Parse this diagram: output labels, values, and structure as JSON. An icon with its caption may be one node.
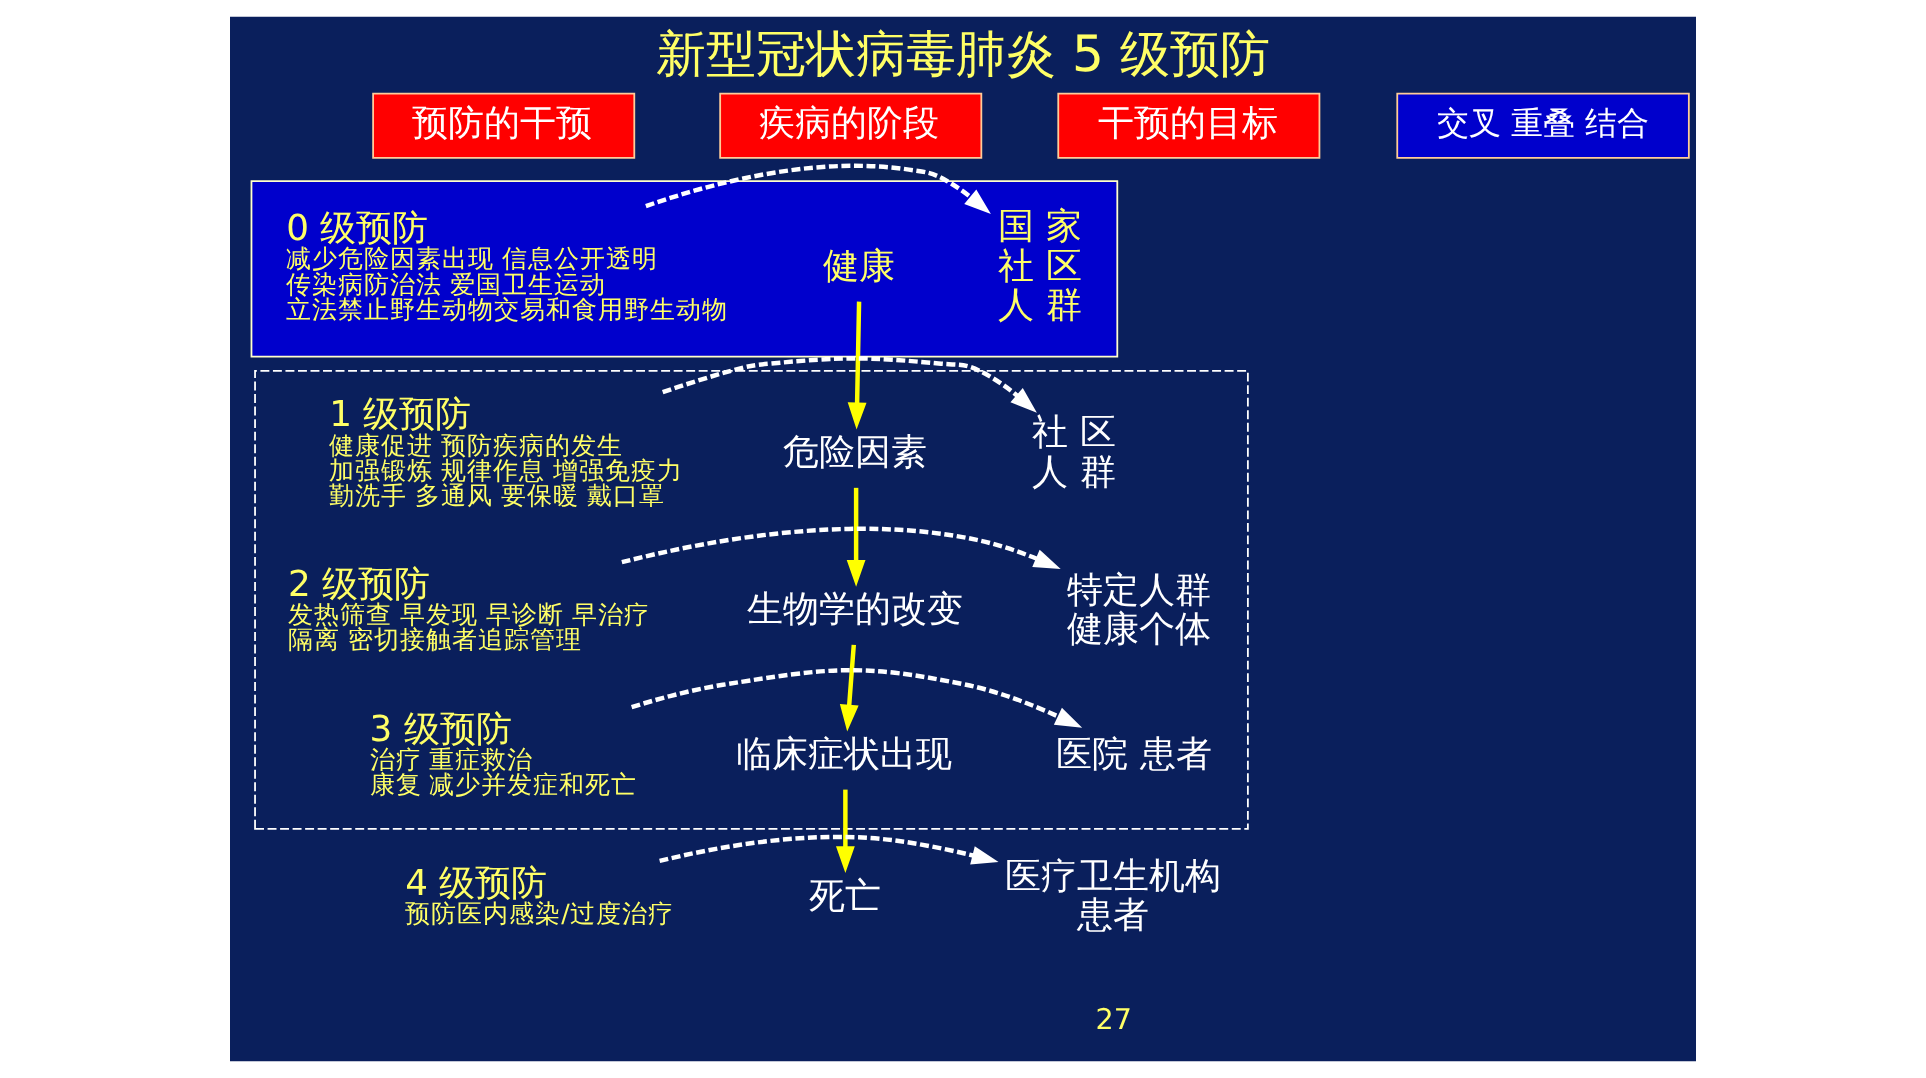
{
  "diagram": {
    "title": "新型冠状病毒肺炎 5 级预防",
    "nodes": [
      {
        "text": [
          "预防的干预"
        ]
      },
      {
        "text": [
          "疾病的阶段"
        ]
      },
      {
        "text": [
          "干预的目标"
        ]
      },
      {
        "text": [
          "交叉 重叠 结合"
        ]
      },
      {
        "text": [],
        "shape": "box"
      },
      {
        "text": [
          "0 级预防",
          "减少危险因素出现 信息公开透明",
          "传染病防治法 爱国卫生运动",
          "立法禁止野生动物交易和食用野生动物"
        ],
        "in": 4
      },
      {
        "text": [
          "健康"
        ],
        "in": 4
      },
      {
        "text": [
          "国 家",
          "社 区",
          "人 群"
        ],
        "in": 4
      },
      {
        "text": [],
        "shape": "box"
      },
      {
        "text": [
          "1 级预防",
          "健康促进 预防疾病的发生",
          "加强锻炼 规律作息 增强免疫力",
          "勤洗手 多通风 要保暖 戴口罩"
        ],
        "in": 8
      },
      {
        "text": [
          "危险因素"
        ],
        "in": 8
      },
      {
        "text": [
          "社 区",
          "人 群"
        ],
        "in": 8
      },
      {
        "text": [
          "2 级预防",
          "发热筛查 早发现 早诊断 早治疗",
          "隔离 密切接触者追踪管理"
        ],
        "in": 8
      },
      {
        "text": [
          "生物学的改变"
        ],
        "in": 8
      },
      {
        "text": [
          "特定人群",
          "健康个体"
        ],
        "in": 8
      },
      {
        "text": [
          "3 级预防",
          "治疗 重症救治",
          "康复 减少并发症和死亡"
        ],
        "in": 8
      },
      {
        "text": [
          "临床症状出现"
        ],
        "in": 8
      },
      {
        "text": [
          "医院 患者"
        ],
        "in": 8
      },
      {
        "text": [
          "4 级预防",
          "预防医内感染/过度治疗"
        ]
      },
      {
        "text": [
          "死亡"
        ]
      },
      {
        "text": [
          "医疗卫生机构",
          "患者"
        ]
      }
    ],
    "edges": [
      {
        "from": 6,
        "to": 10,
        "arrow": "to",
        "color": "#ffff00"
      },
      {
        "from": 10,
        "to": 13,
        "arrow": "to",
        "color": "#ffff00"
      },
      {
        "from": 13,
        "to": 16,
        "arrow": "to",
        "color": "#ffff00"
      },
      {
        "from": 16,
        "to": 19,
        "arrow": "to",
        "color": "#ffff00"
      },
      {
        "from": 5,
        "to": 7,
        "arrow": "to",
        "style": "dashed",
        "color": "#ffffff"
      },
      {
        "from": 9,
        "to": 11,
        "arrow": "to",
        "style": "dashed",
        "color": "#ffffff"
      },
      {
        "from": 12,
        "to": 14,
        "arrow": "to",
        "style": "dashed",
        "color": "#ffffff"
      },
      {
        "from": 15,
        "to": 17,
        "arrow": "to",
        "style": "dashed",
        "color": "#ffffff"
      },
      {
        "from": 18,
        "to": 20,
        "arrow": "to",
        "style": "dashed",
        "color": "#ffffff"
      }
    ],
    "labels": [
      "27"
    ]
  }
}
